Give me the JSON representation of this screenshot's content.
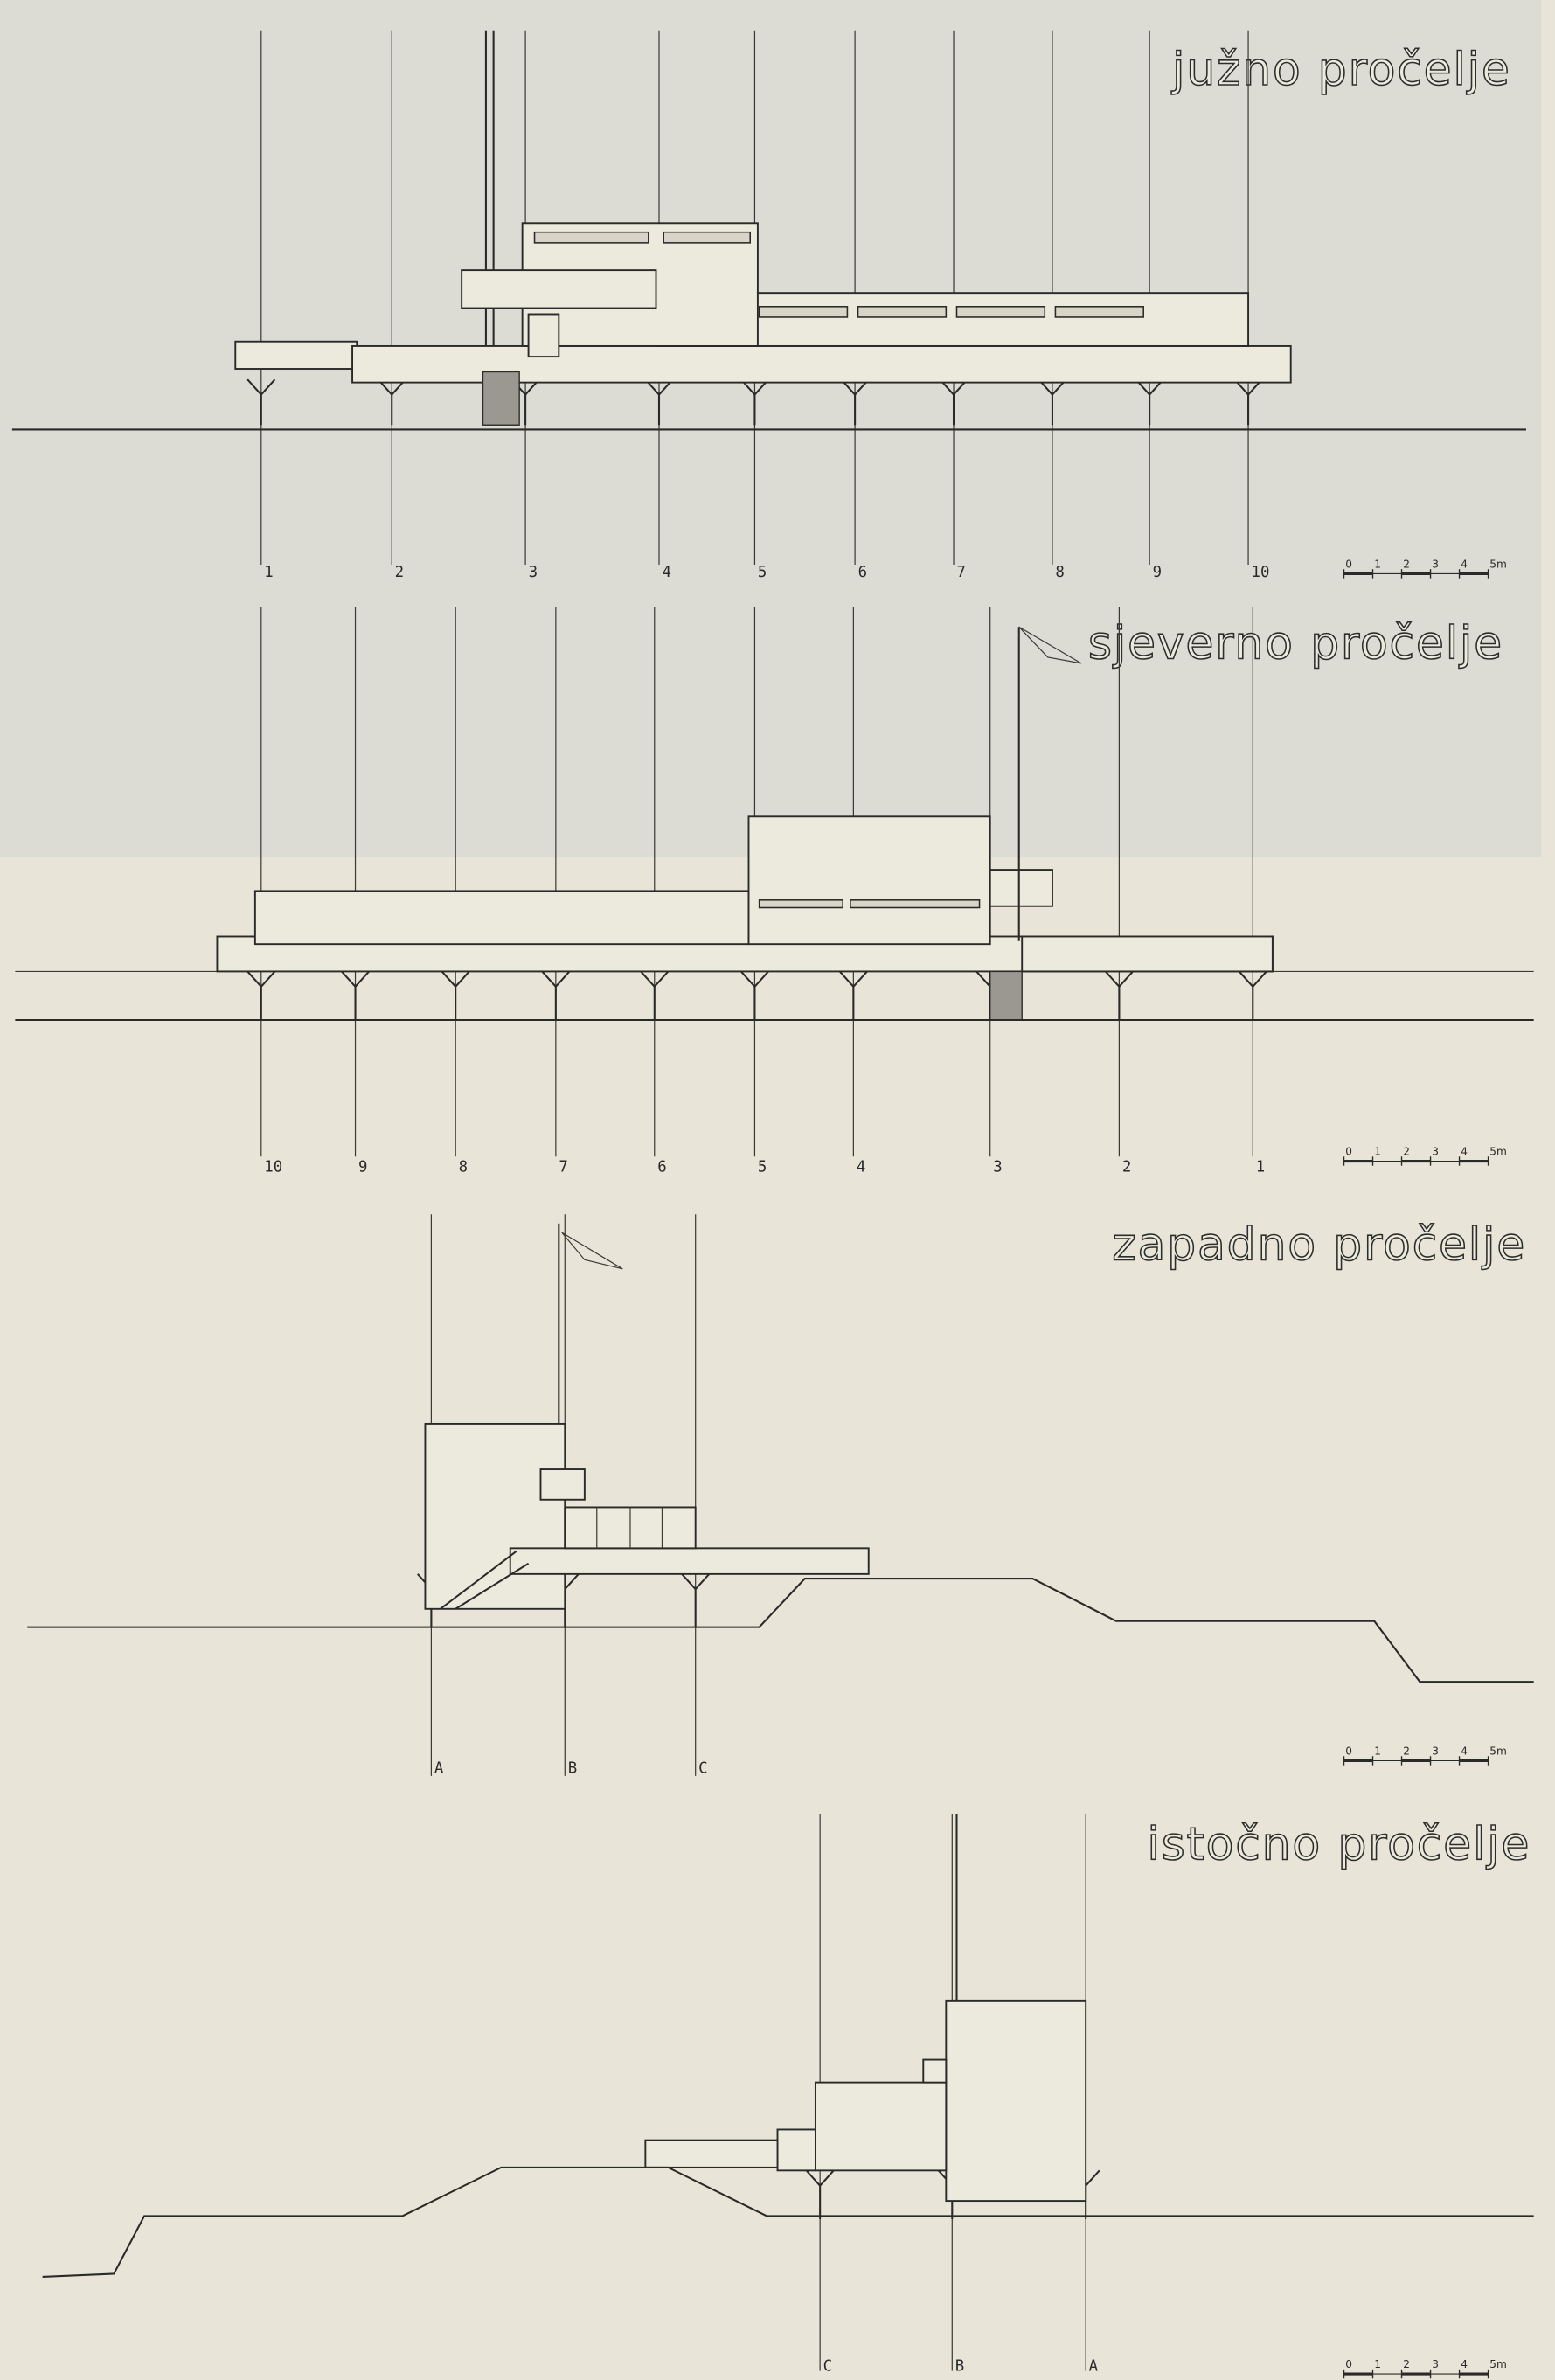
{
  "elevations": [
    {
      "title": "južno pročelje",
      "grid_labels": [
        "1",
        "2",
        "3",
        "4",
        "5",
        "6",
        "7",
        "8",
        "9",
        "10"
      ]
    },
    {
      "title": "sjeverno pročelje",
      "grid_labels": [
        "10",
        "9",
        "8",
        "7",
        "6",
        "5",
        "4",
        "3",
        "2",
        "1"
      ]
    },
    {
      "title": "zapadno pročelje",
      "grid_labels": [
        "A",
        "B",
        "C"
      ]
    },
    {
      "title": "istočno pročelje",
      "grid_labels": [
        "C",
        "B",
        "A"
      ]
    }
  ],
  "scale_bar": {
    "ticks": [
      "0",
      "1",
      "2",
      "3",
      "4",
      "5m"
    ]
  }
}
